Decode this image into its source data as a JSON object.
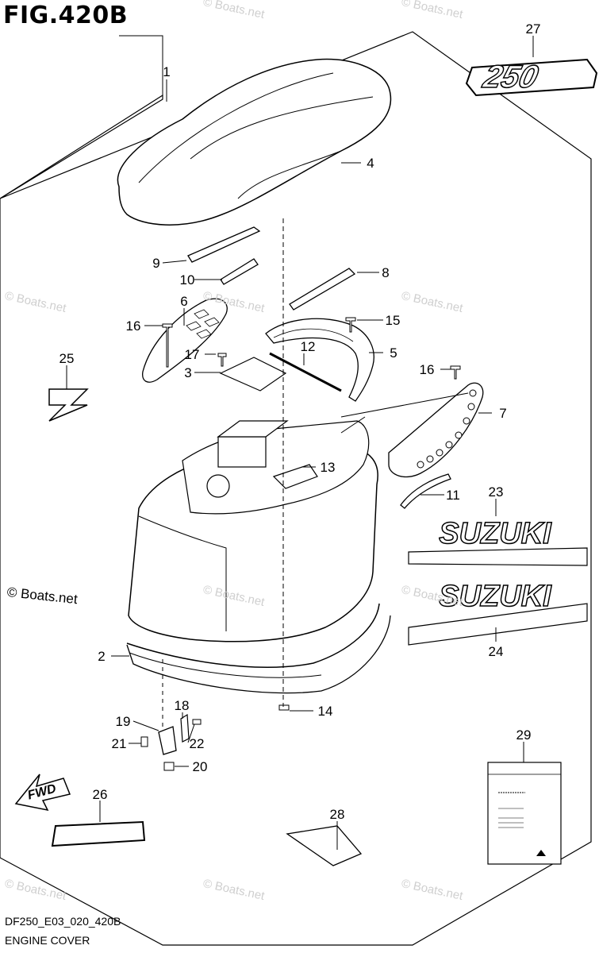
{
  "figure": {
    "title": "FIG.420B",
    "drawing_code": "DF250_E03_020_420B",
    "drawing_name": "ENGINE COVER"
  },
  "watermark": {
    "text": "© Boats.net"
  },
  "copyright": {
    "text": "© Boats.net"
  },
  "callouts": [
    "1",
    "2",
    "3",
    "4",
    "5",
    "6",
    "7",
    "8",
    "9",
    "10",
    "11",
    "12",
    "13",
    "14",
    "15",
    "16",
    "16",
    "17",
    "18",
    "19",
    "20",
    "21",
    "22",
    "23",
    "24",
    "25",
    "26",
    "27",
    "28",
    "29"
  ],
  "emblems": {
    "model_badge_text": "250",
    "brand_text": "SUZUKI",
    "fwd_text": "FWD"
  },
  "colors": {
    "line": "#000000",
    "watermark": "#cfcfcf",
    "background": "#ffffff"
  }
}
